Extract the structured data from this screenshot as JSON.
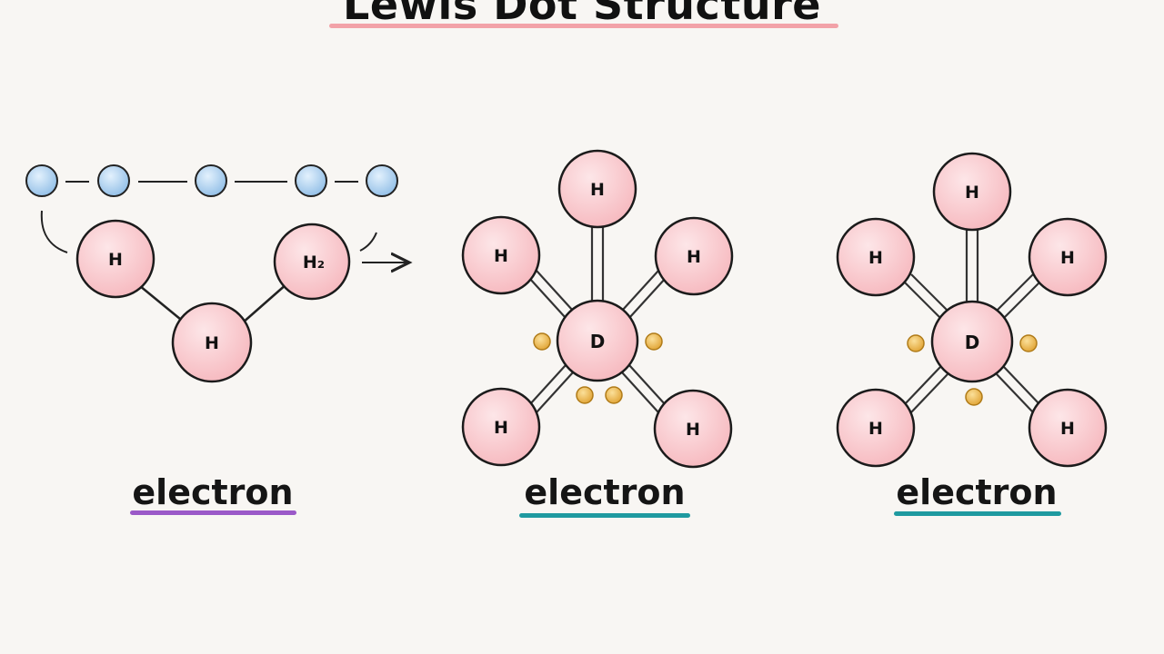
{
  "title": "Lewis Dot Structure",
  "colors": {
    "background": "#f8f6f3",
    "title_underline": "#f2a2a8",
    "atom_fill": "#f9c6c9",
    "atom_stroke": "#1b1b1b",
    "electron_small": "#a7cdef",
    "lone_pair": "#eeb84a",
    "underline_purple": "#9b59c8",
    "underline_teal": "#1f9aa0"
  },
  "panels": [
    {
      "label": "electron",
      "underline_color": "#9b59c8",
      "atoms": [
        "H",
        "H₂",
        "H"
      ],
      "electron_chain_count": 5,
      "arrow": true
    },
    {
      "label": "electron",
      "underline_color": "#1f9aa0",
      "center": "D",
      "atoms": [
        "H",
        "H",
        "H",
        "H",
        "H"
      ],
      "lone_pair_dots": 4
    },
    {
      "label": "electron",
      "underline_color": "#1f9aa0",
      "center": "D",
      "atoms": [
        "H",
        "H",
        "H",
        "H",
        "H"
      ],
      "lone_pair_dots": 3
    }
  ]
}
